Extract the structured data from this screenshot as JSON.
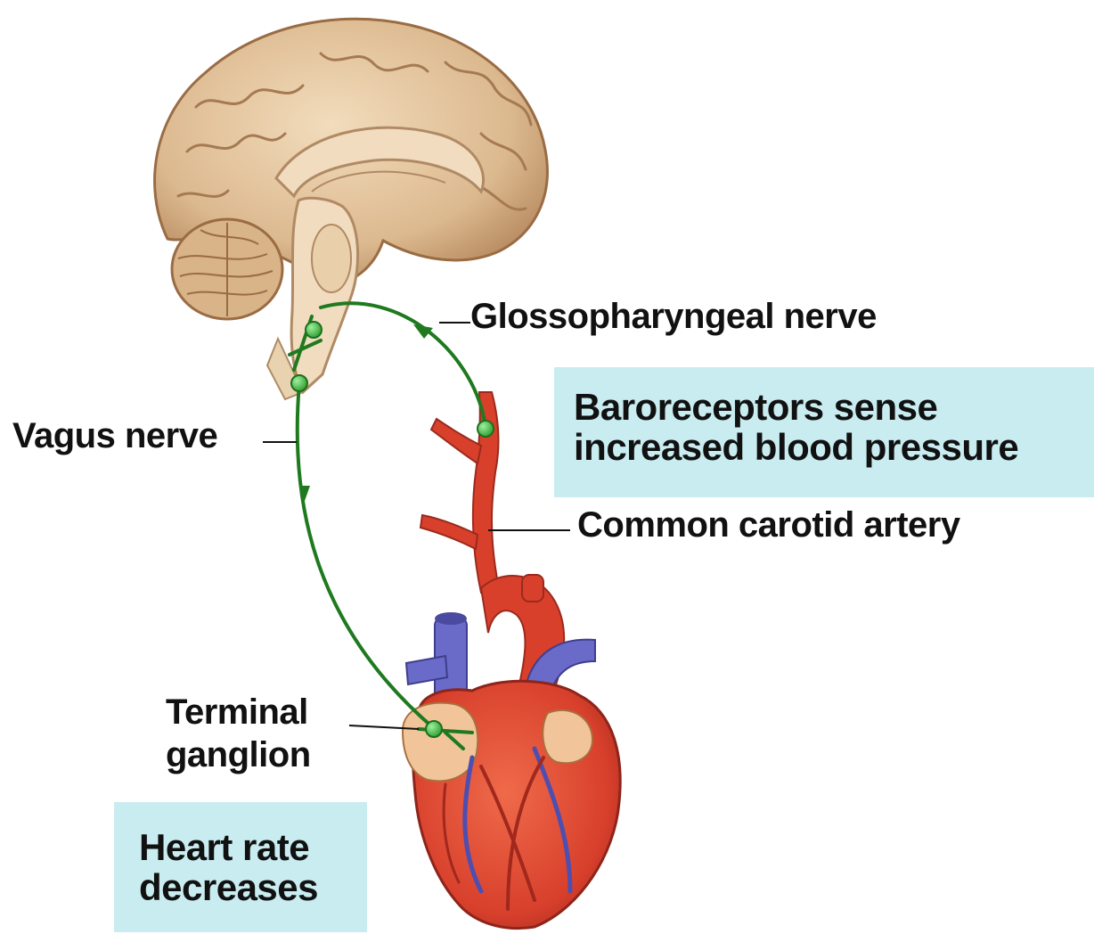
{
  "labels": {
    "glossopharyngeal_nerve": "Glossopharyngeal nerve",
    "vagus_nerve": "Vagus nerve",
    "baroreceptors_line1": "Baroreceptors sense",
    "baroreceptors_line2": "increased blood pressure",
    "common_carotid_artery": "Common carotid artery",
    "terminal_line1": "Terminal",
    "terminal_line2": "ganglion",
    "heart_rate_line1": "Heart rate",
    "heart_rate_line2": "decreases"
  },
  "colors": {
    "nerve": "#1f7a1f",
    "ganglion": "#3fbf3f",
    "brain": "#dcb98f",
    "brain_dark": "#a57a52",
    "artery": "#d8402c",
    "vein": "#6a6ac8",
    "callout_box": "#c8ecf0"
  },
  "icons": {
    "brain": "brain-illustration",
    "heart": "heart-illustration"
  }
}
